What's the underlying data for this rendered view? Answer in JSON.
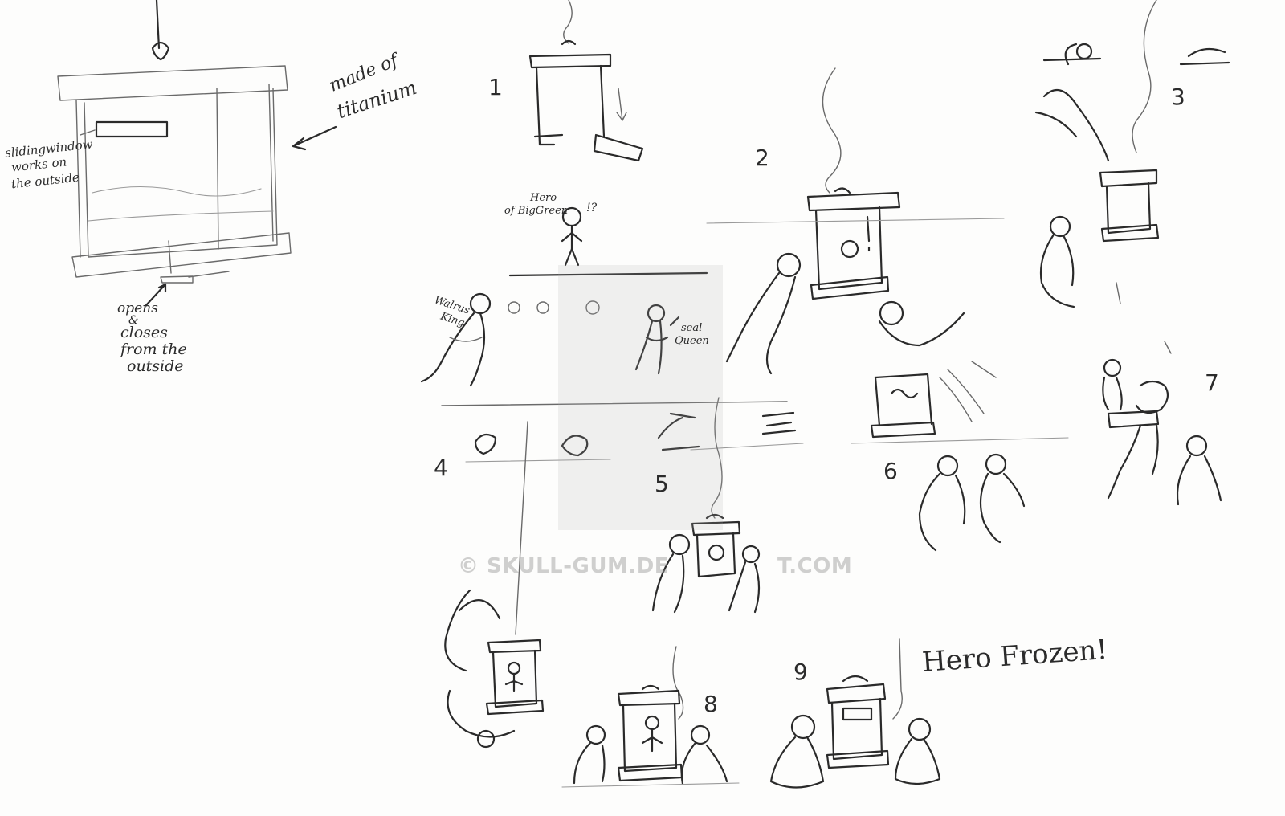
{
  "annotations": {
    "made_of": "made of",
    "titanium": "titanium",
    "sliding_window_1": "slidingwindow",
    "sliding_window_2": "works on",
    "sliding_window_3": "the outside",
    "opens_1": "opens",
    "opens_2": "&",
    "opens_3": "closes",
    "opens_4": "from the",
    "opens_5": "outside",
    "hero_1": "Hero",
    "hero_2": "of BigGreen",
    "hero_mark": "!?",
    "walrus_1": "Walrus",
    "walrus_2": "King",
    "seal_1": "seal",
    "seal_2": "Queen",
    "hero_frozen": "Hero Frozen!"
  },
  "panel_numbers": [
    "1",
    "2",
    "3",
    "4",
    "5",
    "6",
    "7",
    "8",
    "9"
  ],
  "watermark": "© SKULL-GUM.DE",
  "watermark_tail": "T.COM"
}
